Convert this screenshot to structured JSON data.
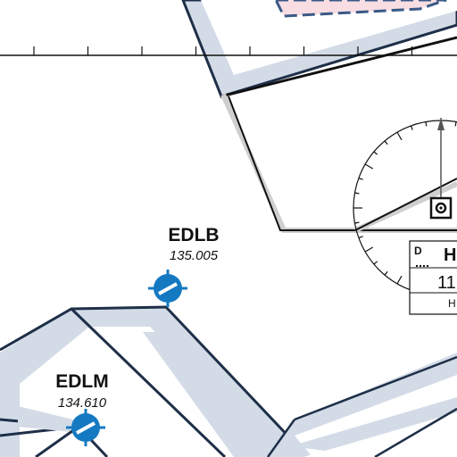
{
  "map": {
    "colors": {
      "airspace_fill": "#d3dbe7",
      "airspace_edge": "#1e2f48",
      "airport_symbol": "#1579c2",
      "corridor_shade": "#cfcfcf",
      "restricted_fill": "#f8dde3",
      "restricted_edge": "#3a5a86",
      "line": "#111111"
    },
    "airports": [
      {
        "id": "EDLB",
        "frequency": "135.005",
        "symbol": "airfield-icon"
      },
      {
        "id": "EDLM",
        "frequency": "134.610",
        "symbol": "airfield-icon"
      }
    ],
    "vor": {
      "symbol": "vor-dme-icon"
    },
    "info_box": {
      "corner_letter": "D",
      "title_partial": "H",
      "value_partial": "11",
      "bottom_partial": "H"
    }
  }
}
